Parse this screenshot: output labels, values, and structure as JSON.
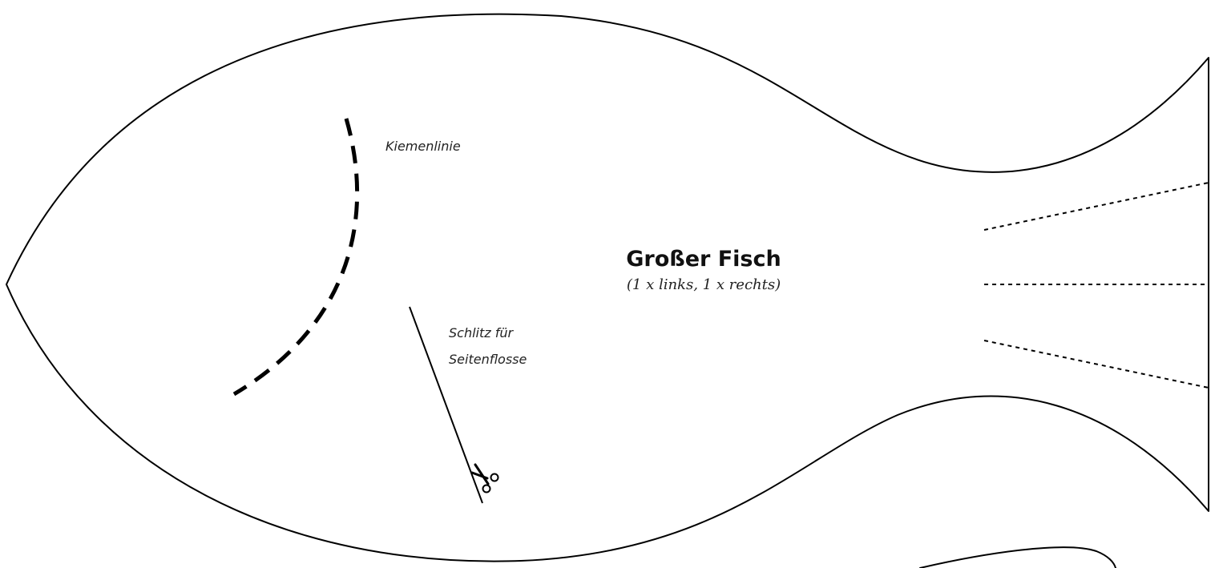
{
  "pattern": {
    "title": "Großer Fisch",
    "subtitle": "(1 x links, 1 x rechts)",
    "gill_label": "Kiemenlinie",
    "slit_label_line1": "Schlitz für",
    "slit_label_line2": "Seitenflosse",
    "scissors_icon": "scissors-icon"
  }
}
